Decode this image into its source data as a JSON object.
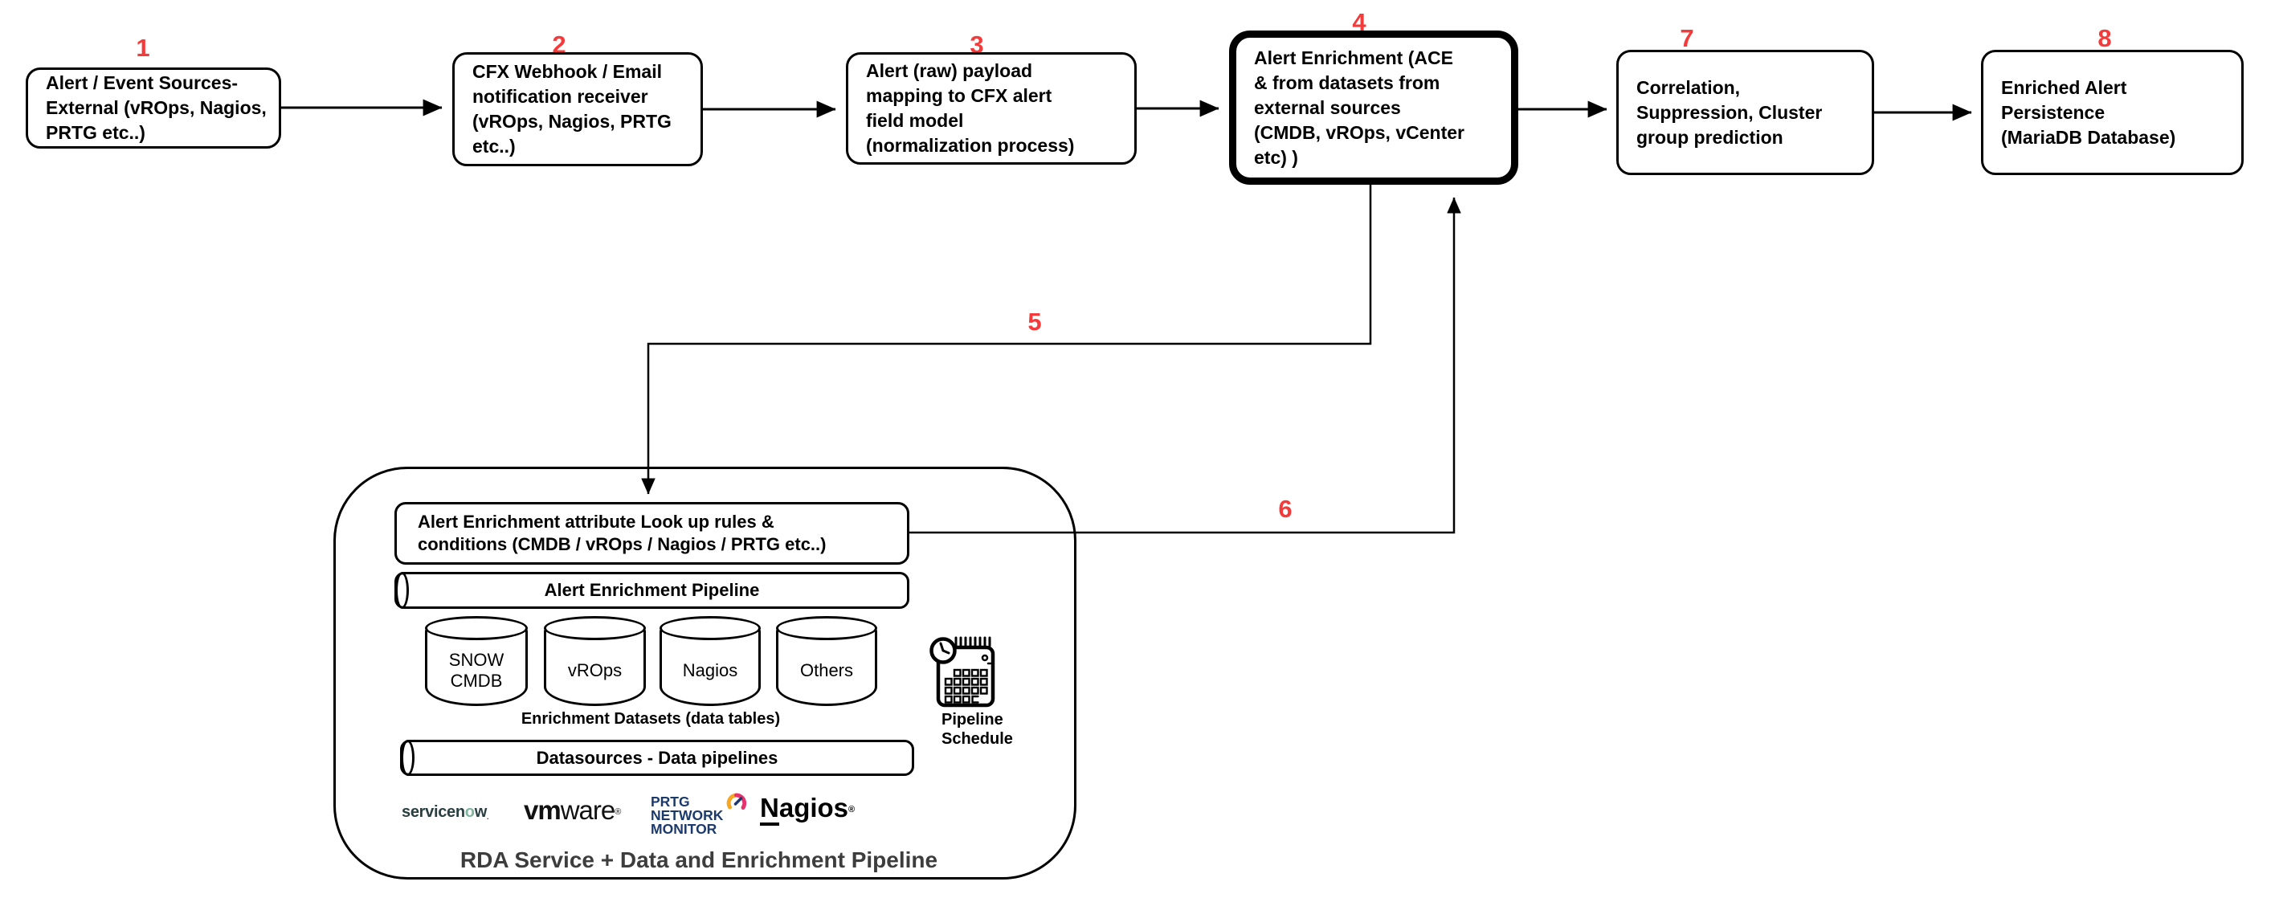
{
  "step_labels": [
    "1",
    "2",
    "3",
    "4",
    "5",
    "6",
    "7",
    "8"
  ],
  "nodes": {
    "source": {
      "text": "Alert / Event Sources-\nExternal (vROps, Nagios,\nPRTG etc..)"
    },
    "receiver": {
      "text": "CFX Webhook / Email\nnotification receiver\n(vROps, Nagios, PRTG\netc..)"
    },
    "mapping": {
      "text": "Alert (raw) payload\nmapping to CFX alert\nfield model\n(normalization process)"
    },
    "enrichment": {
      "text": "Alert Enrichment (ACE\n& from datasets from\nexternal sources\n(CMDB, vROps, vCenter\netc) )"
    },
    "correlation": {
      "text": "Correlation,\nSuppression, Cluster\ngroup prediction"
    },
    "persistence": {
      "text": "Enriched Alert\nPersistence\n(MariaDB Database)"
    }
  },
  "rda": {
    "title": "RDA Service + Data and Enrichment Pipeline",
    "lookup_rules": "Alert Enrichment attribute Look up rules &\nconditions (CMDB / vROps / Nagios / PRTG etc..)",
    "enrichment_pipeline": "Alert Enrichment Pipeline",
    "datasets": [
      "SNOW\nCMDB",
      "vROps",
      "Nagios",
      "Others"
    ],
    "datasets_caption": "Enrichment Datasets (data tables)",
    "datasources_pipeline": "Datasources - Data pipelines",
    "schedule_label": "Pipeline\nSchedule"
  },
  "logos": {
    "servicenow": {
      "pre": "servicen",
      "o": "o",
      "post": "w",
      "mark": "."
    },
    "vmware": {
      "bold": "vm",
      "rest": "ware",
      "mark": "®"
    },
    "prtg": {
      "lines": "PRTG\nNETWORK\nMONITOR"
    },
    "nagios": {
      "initial": "N",
      "rest": "agios",
      "mark": "®"
    }
  },
  "colors": {
    "step_red": "#f43b3b",
    "servicenow_dark": "#293e40",
    "servicenow_green": "#81b5a1",
    "prtg_navy": "#1b3a6b",
    "prtg_orange": "#f7a823",
    "prtg_pink": "#e6336e"
  }
}
